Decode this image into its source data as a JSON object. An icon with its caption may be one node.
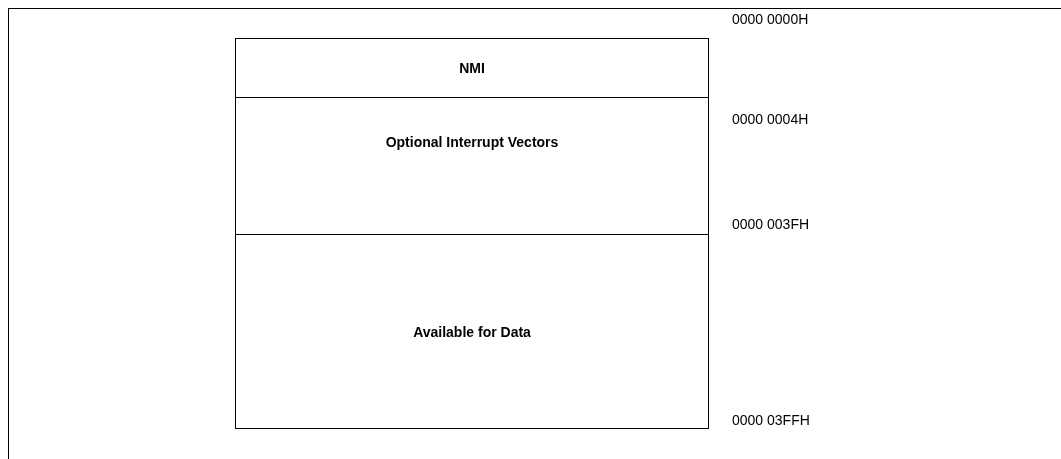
{
  "diagram": {
    "nodes": [
      {
        "text": [
          "NMI"
        ]
      },
      {
        "text": [
          "Optional Interrupt Vectors"
        ]
      },
      {
        "text": [
          "Available for Data"
        ]
      }
    ],
    "edges": [],
    "labels": [
      "0000 0000H",
      "0000 0004H",
      "0000 003FH",
      "0000 03FFH"
    ]
  }
}
